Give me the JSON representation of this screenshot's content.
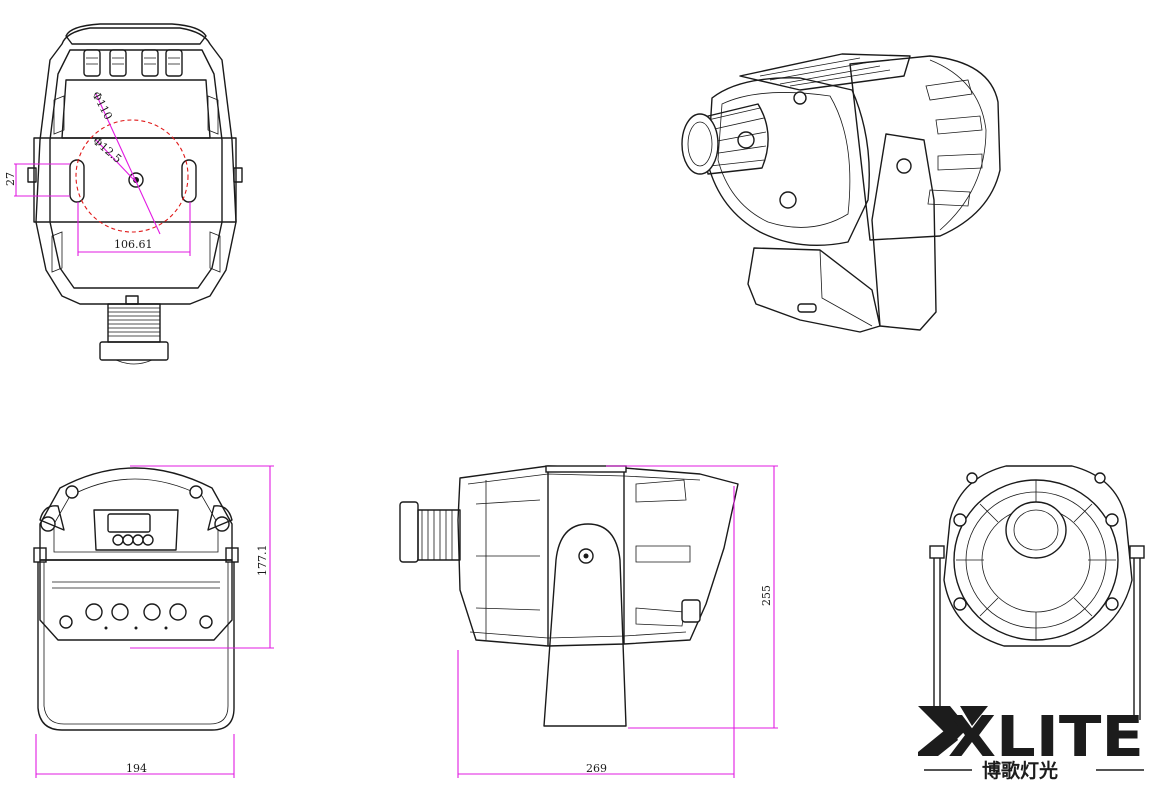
{
  "dimensions": {
    "hole_dia": "Φ110",
    "center_dia": "Φ12.5",
    "side_height": "27",
    "bolt_spacing": "106.61",
    "front_height": "177.1",
    "front_width": "194",
    "side_length": "269",
    "side_height_total": "255"
  },
  "logo": {
    "wordmark": "XLITE",
    "subtitle": "博歌灯光"
  },
  "colors": {
    "dimension": "#e21be2",
    "centerline": "#e01818",
    "outline": "#1a1a1a"
  }
}
